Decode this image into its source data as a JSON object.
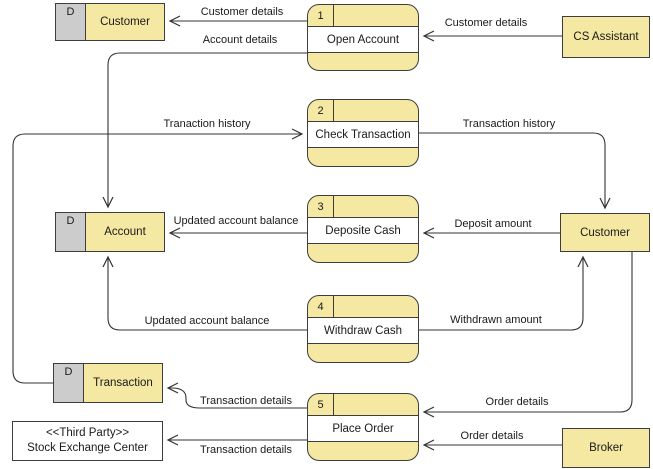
{
  "colors": {
    "shape_fill": "#f4e8a2",
    "datastore_tab_fill": "#cccccc",
    "shape_border": "#3d3d3d",
    "connector": "#333333",
    "background": "#ffffff"
  },
  "processes": [
    {
      "number": "1",
      "name": "Open Account"
    },
    {
      "number": "2",
      "name": "Check Transaction"
    },
    {
      "number": "3",
      "name": "Deposite Cash"
    },
    {
      "number": "4",
      "name": "Withdraw Cash"
    },
    {
      "number": "5",
      "name": "Place Order"
    }
  ],
  "data_stores": [
    {
      "tag": "D",
      "name": "Customer"
    },
    {
      "tag": "D",
      "name": "Account"
    },
    {
      "tag": "D",
      "name": "Transaction"
    }
  ],
  "external_entities": [
    {
      "name": "CS Assistant"
    },
    {
      "name": "Customer"
    },
    {
      "name": "Broker"
    },
    {
      "stereotype": "<<Third Party>>",
      "name": "Stock Exchange Center"
    }
  ],
  "flow_labels": {
    "customer_details_store": "Customer details",
    "account_details": "Account details",
    "customer_details_cs": "Customer details",
    "tranaction_history": "Tranaction history",
    "transaction_history": "Transaction history",
    "updated_balance_deposit": "Updated account balance",
    "deposit_amount": "Deposit amount",
    "updated_balance_withdraw": "Updated account balance",
    "withdrawn_amount": "Withdrawn amount",
    "order_details_customer": "Order details",
    "order_details_broker": "Order details",
    "transaction_details_store": "Transaction details",
    "transaction_details_sec": "Transaction details"
  }
}
